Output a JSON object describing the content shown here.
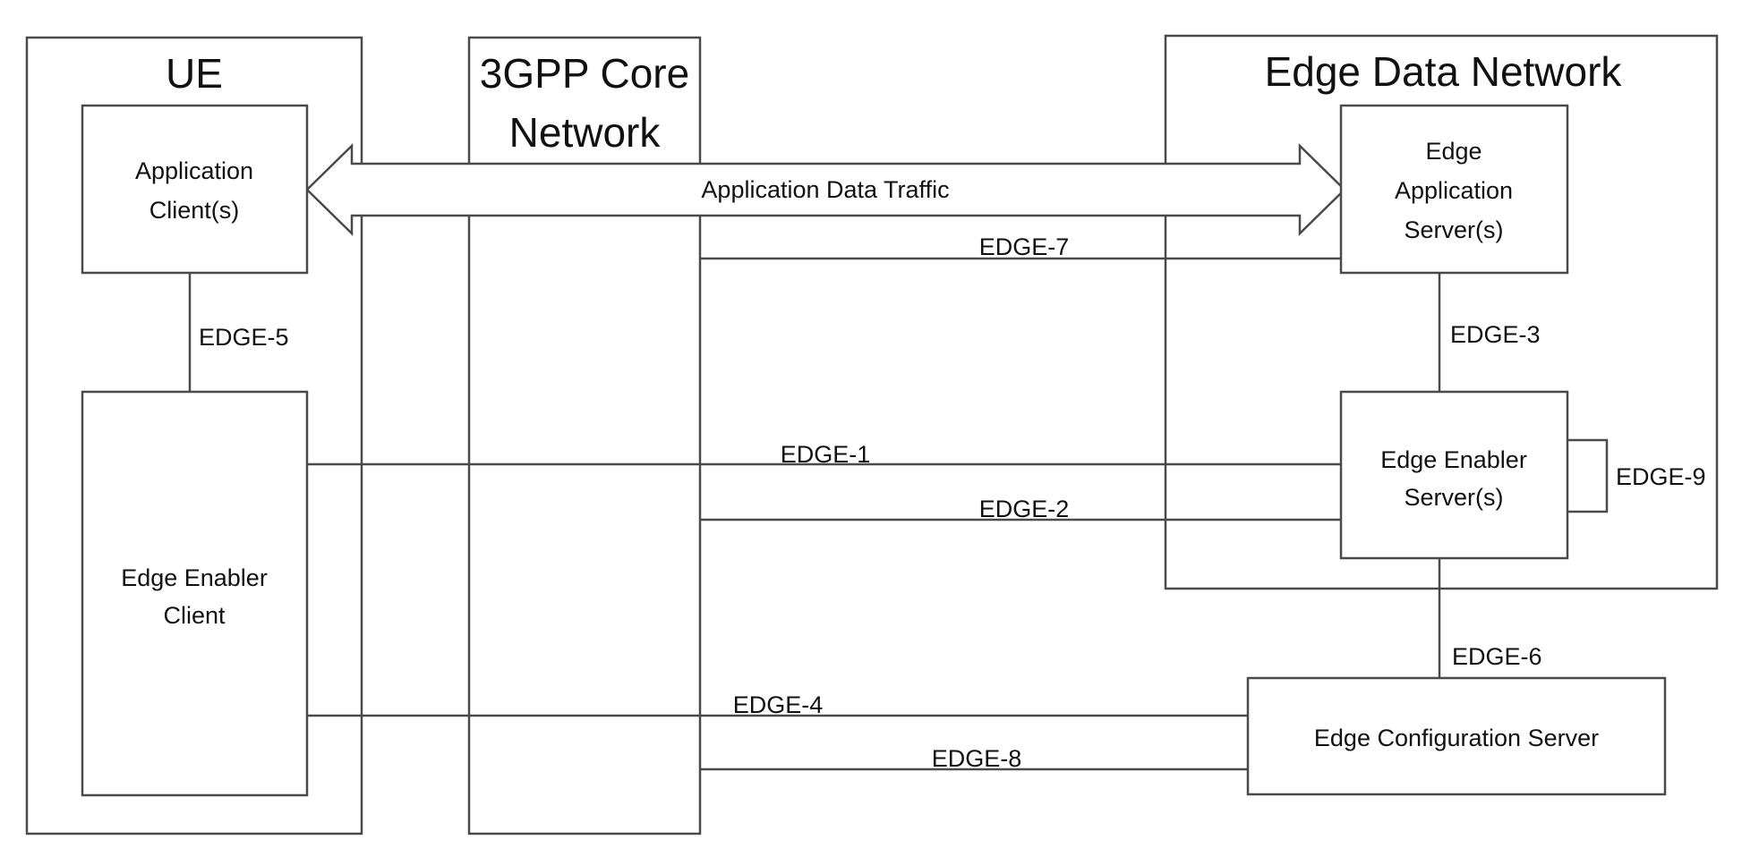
{
  "containers": {
    "ue": {
      "title": "UE"
    },
    "core": {
      "title_line1": "3GPP Core",
      "title_line2": "Network"
    },
    "edn": {
      "title": "Edge Data Network"
    }
  },
  "boxes": {
    "app_client": {
      "line1": "Application",
      "line2": "Client(s)"
    },
    "enabler_client": {
      "line1": "Edge Enabler",
      "line2": "Client"
    },
    "eas": {
      "line1": "Edge",
      "line2": "Application",
      "line3": "Server(s)"
    },
    "ees": {
      "line1": "Edge Enabler",
      "line2": "Server(s)"
    },
    "ecs": {
      "line1": "Edge Configuration Server"
    }
  },
  "traffic_label": "Application Data Traffic",
  "interfaces": {
    "edge1": "EDGE-1",
    "edge2": "EDGE-2",
    "edge3": "EDGE-3",
    "edge4": "EDGE-4",
    "edge5": "EDGE-5",
    "edge6": "EDGE-6",
    "edge7": "EDGE-7",
    "edge8": "EDGE-8",
    "edge9": "EDGE-9"
  },
  "colors": {
    "stroke": "#4a4a4a",
    "text": "#111111",
    "background": "#ffffff"
  }
}
